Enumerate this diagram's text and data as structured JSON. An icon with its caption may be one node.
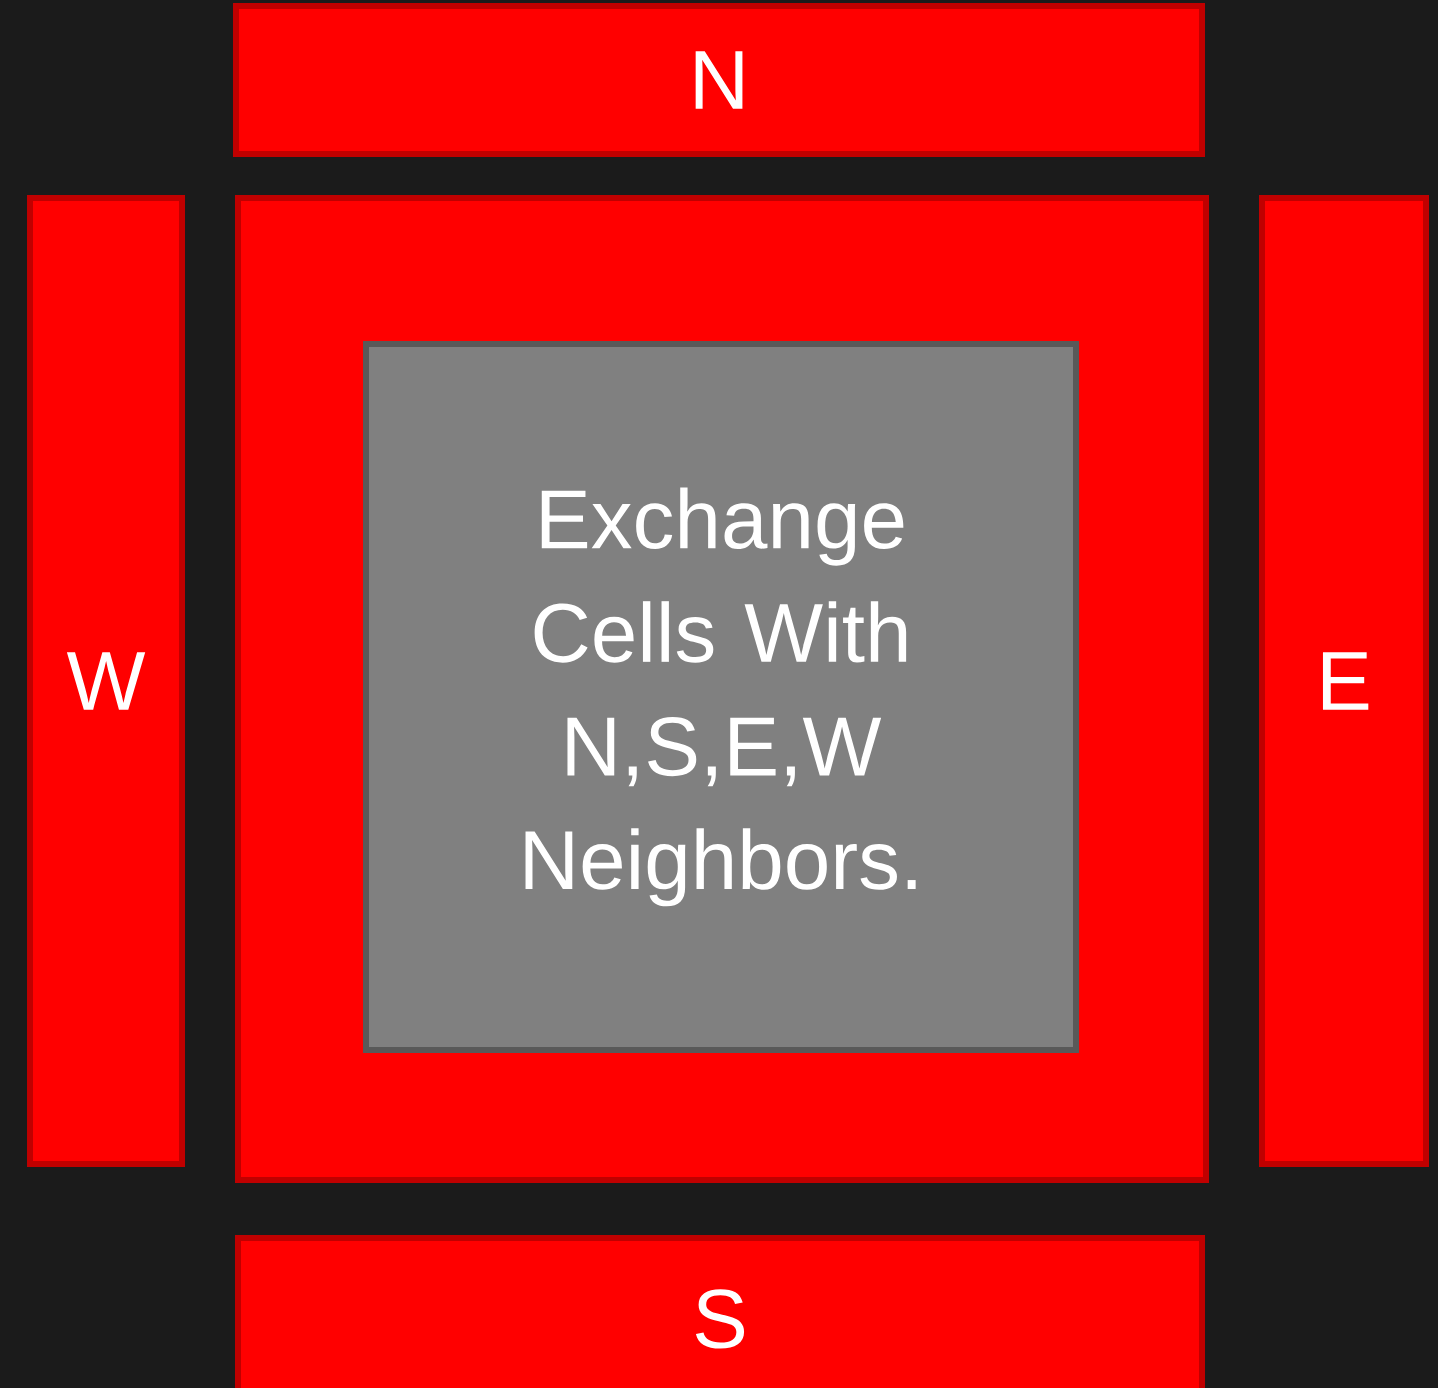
{
  "diagram": {
    "nodes": [
      {
        "text": [
          "N"
        ]
      },
      {
        "text": [
          "W"
        ]
      },
      {
        "text": [],
        "shape": "box"
      },
      {
        "text": [
          "Exchange Cells With N,S,E,W Neighbors."
        ],
        "in": 2
      },
      {
        "text": [
          "E"
        ]
      },
      {
        "text": [
          "S"
        ]
      }
    ]
  }
}
